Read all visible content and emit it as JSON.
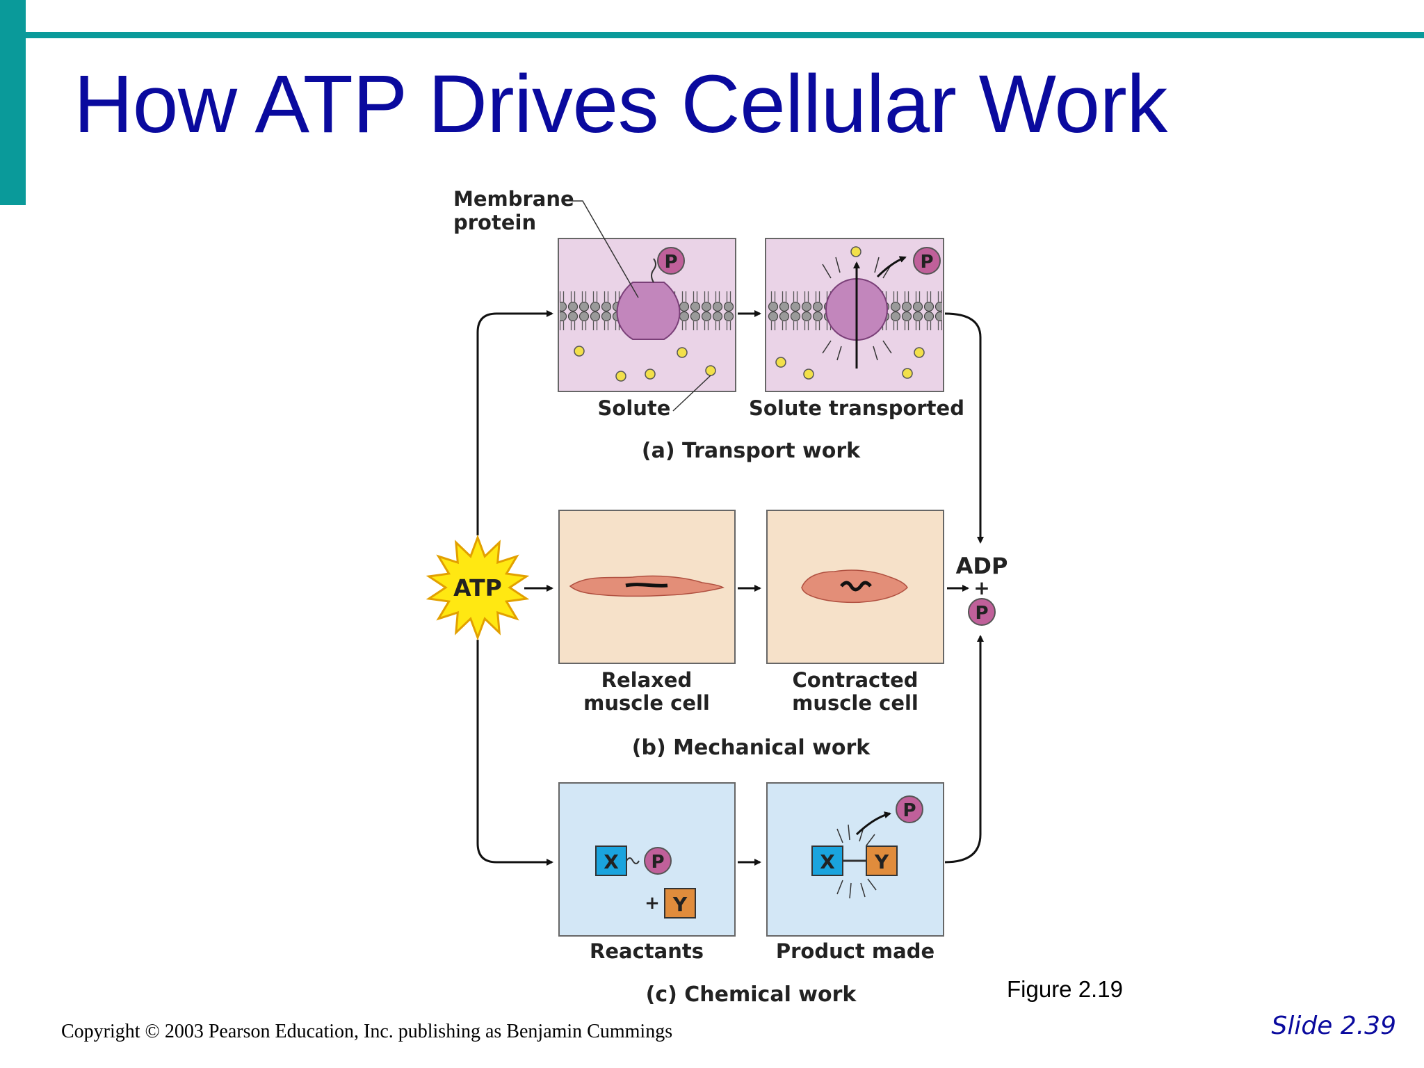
{
  "slide": {
    "title": "How ATP Drives Cellular Work",
    "figure_label": "Figure 2.19",
    "copyright": "Copyright © 2003 Pearson Education, Inc. publishing as Benjamin Cummings",
    "slide_number": "Slide 2.39"
  },
  "diagram": {
    "atp": "ATP",
    "adp": "ADP",
    "plus": "+",
    "phosphate": "P",
    "transport": {
      "membrane_label_1": "Membrane",
      "membrane_label_2": "protein",
      "solute": "Solute",
      "solute_transported": "Solute transported",
      "caption": "(a) Transport work"
    },
    "mechanical": {
      "relaxed_1": "Relaxed",
      "relaxed_2": "muscle cell",
      "contracted_1": "Contracted",
      "contracted_2": "muscle cell",
      "caption": "(b) Mechanical work"
    },
    "chemical": {
      "x": "X",
      "y": "Y",
      "reactants": "Reactants",
      "product": "Product made",
      "caption": "(c) Chemical work"
    }
  },
  "colors": {
    "accent": "#0a9a9a",
    "title": "#0a0a9e",
    "transport_bg": "#ead3e7",
    "mechanical_bg": "#f6e1c9",
    "chemical_bg": "#d3e7f6",
    "phosphate": "#c0609a",
    "x_box": "#1aa4de",
    "y_box": "#e08c3c"
  }
}
